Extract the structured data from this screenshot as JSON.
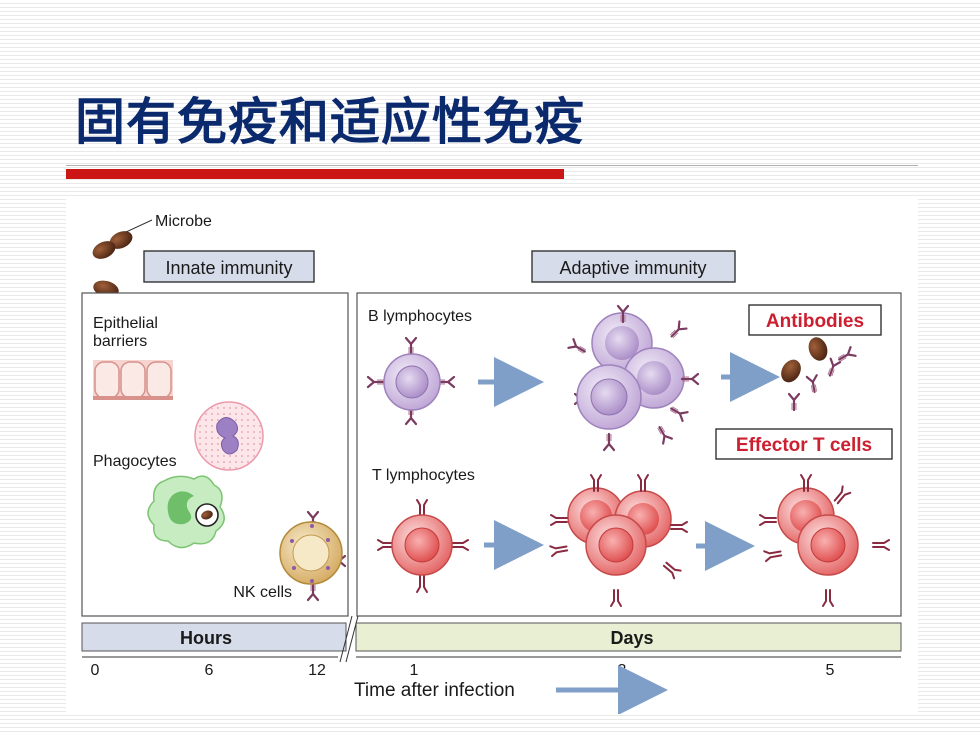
{
  "slide": {
    "title": "固有免疫和适应性免疫"
  },
  "diagram": {
    "microbe_label": "Microbe",
    "innate_header": "Innate immunity",
    "adaptive_header": "Adaptive immunity",
    "epithelial_label_line1": "Epithelial",
    "epithelial_label_line2": "barriers",
    "phagocytes_label": "Phagocytes",
    "nk_label": "NK cells",
    "b_label": "B lymphocytes",
    "t_label": "T lymphocytes",
    "antibodies_label": "Antibodies",
    "effector_label": "Effector T cells",
    "hours_label": "Hours",
    "days_label": "Days",
    "ticks": [
      "0",
      "6",
      "12",
      "1",
      "3",
      "5"
    ],
    "time_label": "Time after infection"
  },
  "colors": {
    "title": "#0b2a6e",
    "accent_red": "#cc1616",
    "b_cell": "#c8b2dd",
    "t_cell": "#e86a6a",
    "header_fill": "#d7dcea",
    "days_fill": "#e8efd2"
  }
}
